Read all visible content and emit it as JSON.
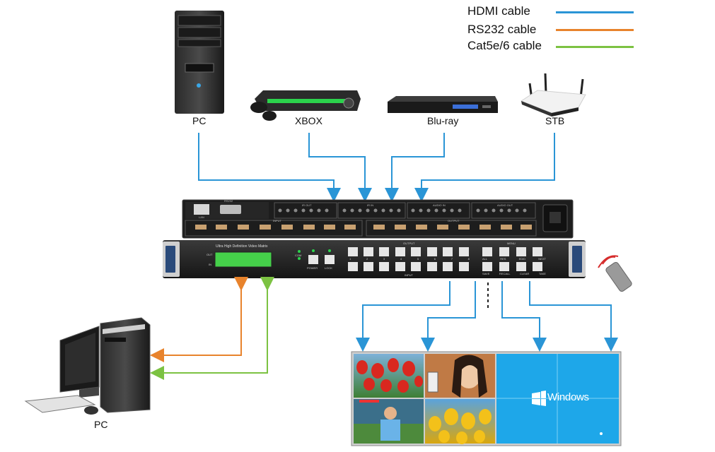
{
  "legend": [
    {
      "label": "HDMI cable",
      "color": "#2a95d6"
    },
    {
      "label": "RS232 cable",
      "color": "#e8832c"
    },
    {
      "label": "Cat5e/6 cable",
      "color": "#7cc242"
    }
  ],
  "sources": {
    "pc": "PC",
    "xbox": "XBOX",
    "bluray": "Blu-ray",
    "stb": "STB"
  },
  "control_pc": "PC",
  "matrix": {
    "title": "Ultra High Definition Video Matrix",
    "out_label": "OUT",
    "in_label": "IN",
    "com_label": "COM",
    "power_label": "POWER",
    "lock_label": "LOCK",
    "output_label": "OUTPUT",
    "input_label": "INPUT",
    "menu_label": "MENU",
    "menu_top": [
      "ALL",
      "RES",
      "EDID",
      "NEXT"
    ],
    "menu_bottom": [
      "SAVE",
      "RECALL",
      "CLEAR",
      "TAKE"
    ],
    "channels": [
      "1",
      "2",
      "3",
      "4",
      "5",
      "6",
      "7",
      "8"
    ]
  },
  "rear": {
    "lan_label": "LAN",
    "rs232_label": "RS232",
    "ir_out_label": "IR OUT",
    "ir_in_label": "IR IN",
    "audio_in_label": "AUDIO IN",
    "audio_out_label": "AUDIO OUT",
    "input_label": "INPUT",
    "output_label": "OUTPUT"
  },
  "screen": {
    "windows_text": "Windows"
  },
  "colors": {
    "hdmi": "#2a95d6",
    "rs232": "#e8832c",
    "cat": "#7cc242",
    "lcd": "#45d04a",
    "windows_bg": "#1ea7e9"
  }
}
